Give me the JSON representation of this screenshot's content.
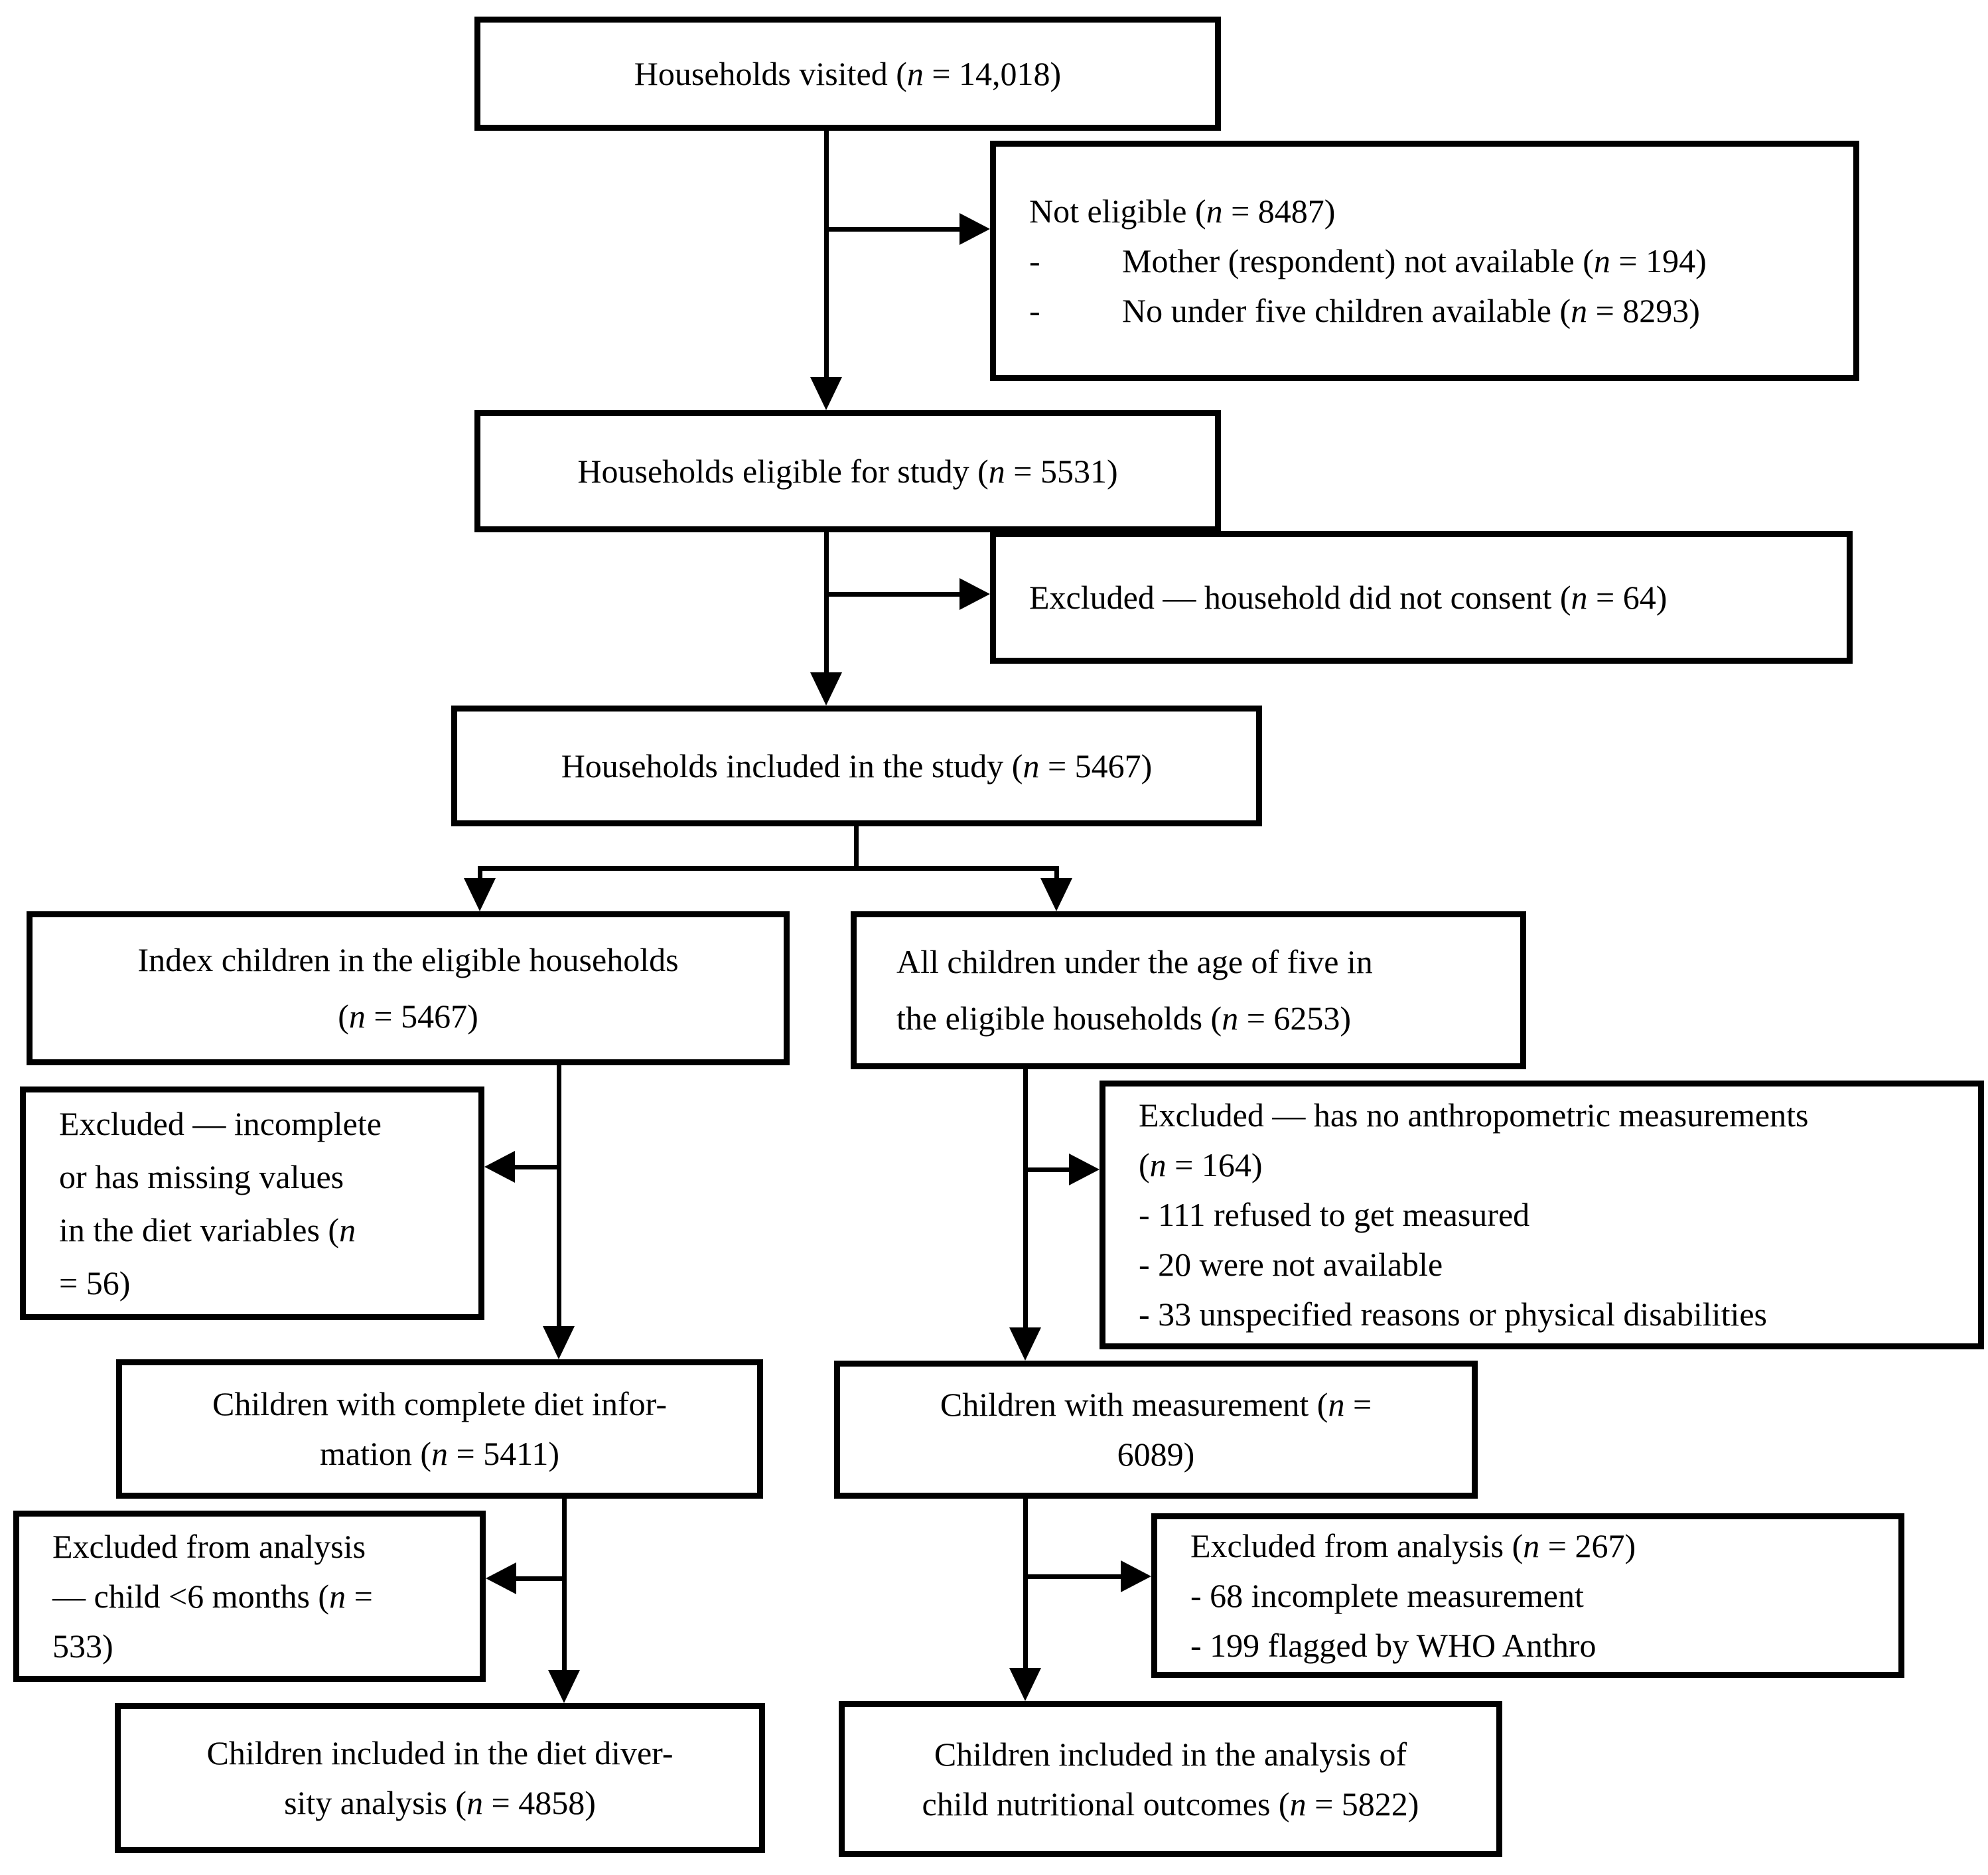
{
  "boxes": {
    "households_visited": {
      "text": "Households visited (n = 14,018)"
    },
    "not_eligible": {
      "title": "Not eligible (n = 8487)",
      "bullet_marker": "-",
      "bullets": [
        "Mother (respondent) not available (n = 194)",
        "No under five children available (n = 8293)"
      ]
    },
    "households_eligible": {
      "text": "Households eligible for study (n = 5531)"
    },
    "excluded_consent": {
      "text": "Excluded — household did not consent (n = 64)"
    },
    "households_included": {
      "text": "Households included in the study (n = 5467)"
    },
    "index_children": {
      "text": "Index children in the eligible households\n(n = 5467)"
    },
    "all_children": {
      "text": "All children under the age of five in\nthe eligible households (n = 6253)"
    },
    "excluded_diet": {
      "text": "Excluded — incomplete\nor has missing values\nin the diet variables (n\n= 56)"
    },
    "excluded_anthro": {
      "text": "Excluded — has no anthropometric measurements\n(n = 164)\n- 111 refused to get measured\n- 20 were not available\n- 33 unspecified reasons or physical disabilities"
    },
    "children_diet": {
      "text": "Children with complete diet infor-\nmation (n = 5411)"
    },
    "children_measurement": {
      "text": "Children with measurement (n =\n6089)"
    },
    "excluded_six_months": {
      "text": "Excluded from analysis\n— child <6 months (n =\n533)"
    },
    "excluded_analysis": {
      "text": "Excluded from analysis (n = 267)\n- 68 incomplete measurement\n- 199 flagged by WHO Anthro"
    },
    "diet_diversity": {
      "text": "Children included in the diet diver-\nsity analysis (n = 4858)"
    },
    "nutritional_outcomes": {
      "text": "Children included in the analysis of\nchild nutritional outcomes (n = 5822)"
    }
  },
  "styles": {
    "line_color": "#000000",
    "box_background": "#ffffff"
  }
}
